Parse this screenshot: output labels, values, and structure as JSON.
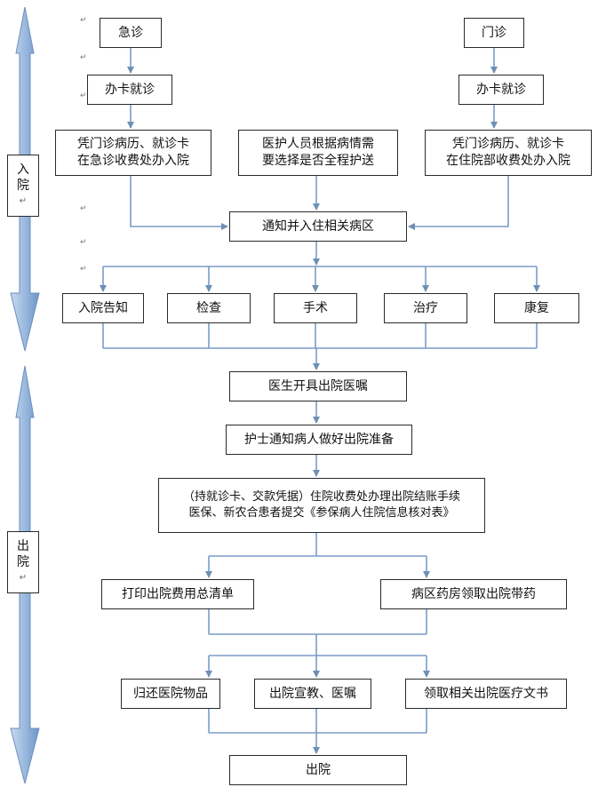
{
  "phases": [
    {
      "id": "admission",
      "lines": [
        "入",
        "院"
      ],
      "mark": "↵"
    },
    {
      "id": "discharge",
      "lines": [
        "出",
        "院"
      ],
      "mark": "↵"
    }
  ],
  "paragraph_mark": "↵",
  "nodes": [
    {
      "id": "er",
      "lines": [
        "急诊"
      ]
    },
    {
      "id": "op",
      "lines": [
        "门诊"
      ]
    },
    {
      "id": "card_er",
      "lines": [
        "办卡就诊"
      ]
    },
    {
      "id": "card_op",
      "lines": [
        "办卡就诊"
      ]
    },
    {
      "id": "admit_er",
      "lines": [
        "凭门诊病历、就诊卡",
        "在急诊收费处办入院"
      ]
    },
    {
      "id": "escort",
      "lines": [
        "医护人员根据病情需",
        "要选择是否全程护送"
      ]
    },
    {
      "id": "admit_op",
      "lines": [
        "凭门诊病历、就诊卡",
        "在住院部收费处办入院"
      ]
    },
    {
      "id": "notify_ward",
      "lines": [
        "通知并入住相关病区"
      ]
    },
    {
      "id": "inform",
      "lines": [
        "入院告知"
      ]
    },
    {
      "id": "exam",
      "lines": [
        "检查"
      ]
    },
    {
      "id": "surgery",
      "lines": [
        "手术"
      ]
    },
    {
      "id": "treatment",
      "lines": [
        "治疗"
      ]
    },
    {
      "id": "rehab",
      "lines": [
        "康复"
      ]
    },
    {
      "id": "order",
      "lines": [
        "医生开具出院医嘱"
      ]
    },
    {
      "id": "nurse",
      "lines": [
        "护士通知病人做好出院准备"
      ]
    },
    {
      "id": "settle",
      "lines": [
        "（持就诊卡、交款凭据）住院收费处办理出院结账手续",
        "医保、新农合患者提交《参保病人住院信息核对表》"
      ]
    },
    {
      "id": "print",
      "lines": [
        "打印出院费用总清单"
      ]
    },
    {
      "id": "meds",
      "lines": [
        "病区药房领取出院带药"
      ]
    },
    {
      "id": "return",
      "lines": [
        "归还医院物品"
      ]
    },
    {
      "id": "education",
      "lines": [
        "出院宣教、医嘱"
      ]
    },
    {
      "id": "docs",
      "lines": [
        "领取相关出院医疗文书"
      ]
    },
    {
      "id": "exit",
      "lines": [
        "出院"
      ]
    }
  ]
}
